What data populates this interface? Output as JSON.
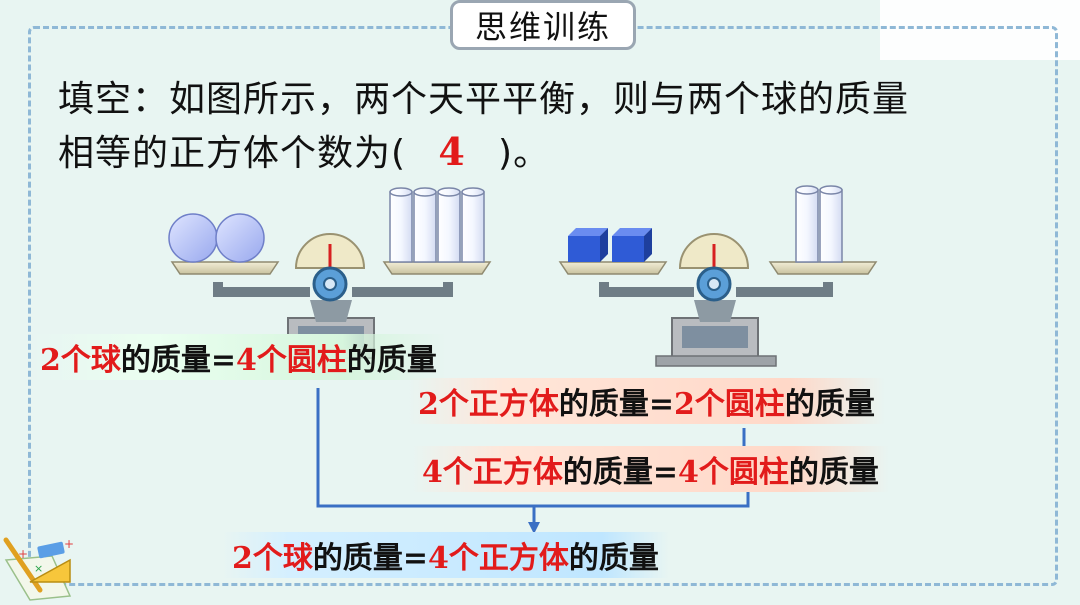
{
  "title": "思维训练",
  "question": {
    "line1": "填空：如图所示，两个天平平衡，则与两个球的质量",
    "line2_before": "相等的正方体个数为(",
    "answer": "4",
    "line2_after": ")。"
  },
  "equations": {
    "eq1": {
      "a": "2个球",
      "b": "的质量=",
      "c": "4个圆柱",
      "d": "的质量"
    },
    "eq2": {
      "a": "2个正方体",
      "b": "的质量=",
      "c": "2个圆柱",
      "d": "的质量"
    },
    "eq3": {
      "a": "4个正方体",
      "b": "的质量=",
      "c": "4个圆柱",
      "d": "的质量"
    },
    "eq4": {
      "a": "2个球",
      "b": "的质量=",
      "c": "4个正方体",
      "d": "的质量"
    }
  },
  "colors": {
    "answer": "#e21b1b",
    "frame": "#8fb8d6",
    "arrow": "#3a6fc4",
    "cube": "#2f5bd6",
    "sphere": "#aab8f2"
  },
  "icons": [
    "balance-scale-icon",
    "stationery-icon"
  ]
}
